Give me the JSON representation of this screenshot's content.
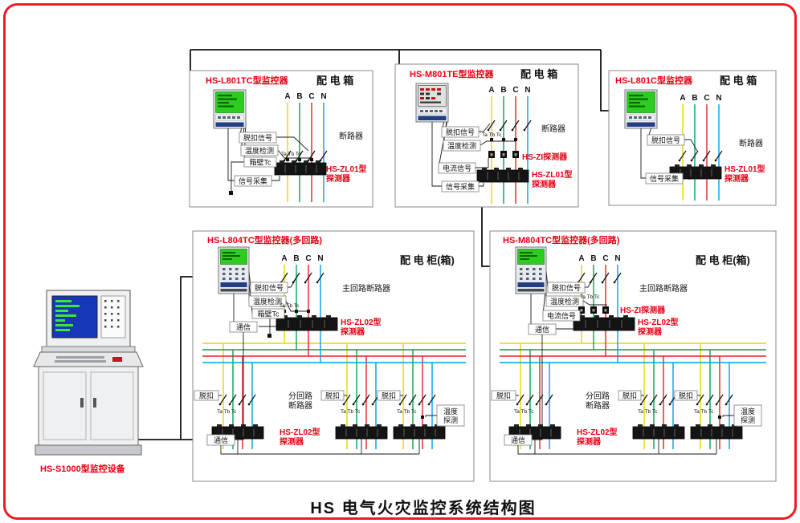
{
  "title": "HS 电气火灾监控系统结构图",
  "console": {
    "label": "HS-S1000型监控设备"
  },
  "panels": {
    "p1": {
      "name": "HS-L801TC型监控器",
      "kind": "配 电 箱"
    },
    "p2": {
      "name": "HS-M801TE型监控器",
      "kind": "配 电 箱"
    },
    "p3": {
      "name": "HS-L801C型监控器",
      "kind": "配 电 箱"
    },
    "p4": {
      "name": "HS-L804TC型监控器(多回路)",
      "kind": "配 电 柜(箱)"
    },
    "p5": {
      "name": "HS-M804TC型监控器(多回路)",
      "kind": "配 电 柜(箱)"
    }
  },
  "labels": {
    "trip_signal": "脱扣信号",
    "temp_detect": "温度检测",
    "wall_tc": "箱壁Tc",
    "signal_collect": "信号采集",
    "current_signal": "电流信号",
    "comm": "通信",
    "breaker": "断路器",
    "main_breaker": "主回路断路器",
    "branch_line1": "分回路",
    "branch_line2": "断路器",
    "trip": "脱扣",
    "temp_probe1": "温度",
    "temp_probe2": "探测",
    "zl01": "HS-ZL01型",
    "zl02": "HS-ZL02型",
    "detector": "探测器",
    "zi_detector": "HS-ZI探测器",
    "phase_a": "A",
    "phase_b": "B",
    "phase_c": "C",
    "phase_n": "N",
    "ta_tb_tc": "Ta Tb Tc"
  },
  "colors": {
    "phase_a": "#e6d600",
    "phase_b": "#00a651",
    "phase_c": "#ed1c24",
    "phase_n": "#00a0e9",
    "accent_red": "#e60012",
    "frame": "#ed1c24"
  }
}
